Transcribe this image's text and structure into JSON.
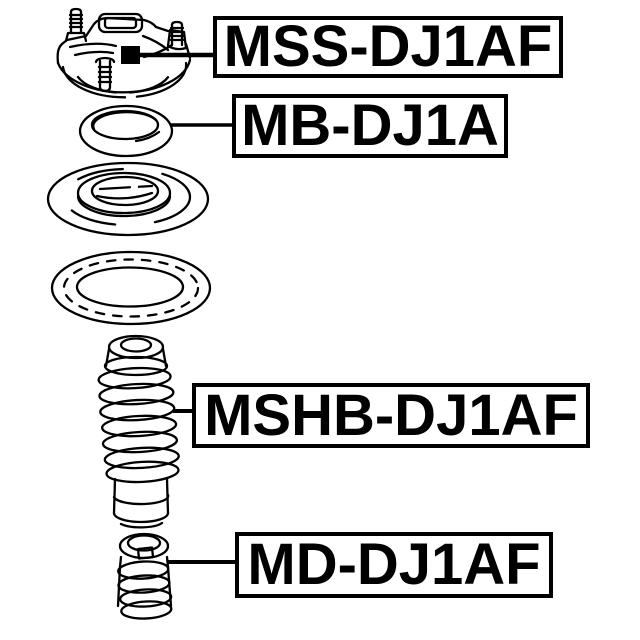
{
  "page": {
    "kind": "exploded-parts-diagram",
    "background_color": "#ffffff",
    "line_color": "#000000"
  },
  "callouts": [
    {
      "text": "MSS-DJ1AF",
      "target": "strut-mount"
    },
    {
      "text": "MB-DJ1A",
      "target": "bearing-washer"
    },
    {
      "text": "MSHB-DJ1AF",
      "target": "shock-boot"
    },
    {
      "text": "MD-DJ1AF",
      "target": "bump-stop"
    }
  ],
  "drawings": [
    {
      "icon": "strut-mount-drawing"
    },
    {
      "icon": "bearing-washer-drawing"
    },
    {
      "icon": "spring-seat-drawing"
    },
    {
      "icon": "crinkle-washer-drawing"
    },
    {
      "icon": "shock-boot-drawing"
    },
    {
      "icon": "bump-stop-drawing"
    }
  ]
}
